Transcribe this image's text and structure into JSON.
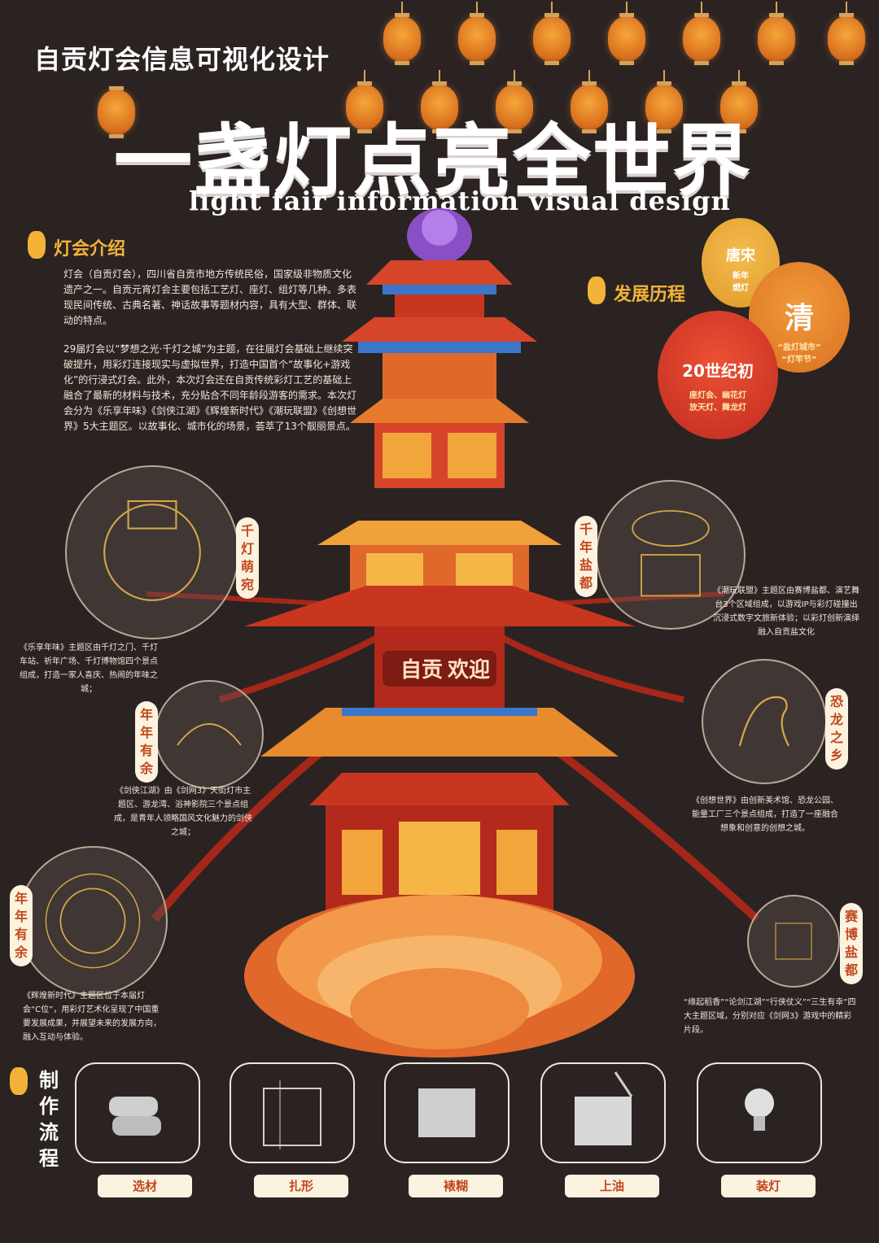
{
  "header": {
    "subtitle": "自贡灯会信息可视化设计",
    "title": "一盏灯点亮全世界",
    "english_title": "light fair information visual design"
  },
  "intro": {
    "section_title": "灯会介绍",
    "paragraph_1": "灯会（自贡灯会），四川省自贡市地方传统民俗，国家级非物质文化遗产之一。自贡元宵灯会主要包括工艺灯、座灯、组灯等几种。多表现民间传统、古典名著、神话故事等题材内容，具有大型、群体、联动的特点。",
    "paragraph_2": "29届灯会以“梦想之光·千灯之城”为主题，在往届灯会基础上继续突破提升，用彩灯连接现实与虚拟世界，打造中国首个“故事化+游戏化”的行浸式灯会。此外，本次灯会还在自贡传统彩灯工艺的基础上融合了最新的材料与技术，充分贴合不同年龄段游客的需求。本次灯会分为《乐享年味》《剑侠江湖》《辉煌新时代》《潮玩联盟》《创想世界》5大主题区。以故事化、城市化的场景，荟萃了13个靓丽景点。"
  },
  "history": {
    "section_title": "发展历程",
    "eras": [
      {
        "era": "唐宋",
        "note": "新年\n燃灯",
        "color": "#e9a93a"
      },
      {
        "era": "清",
        "note": "“盐灯城市”\n“灯竿节”",
        "color": "#e68a2b"
      },
      {
        "era": "20世纪初",
        "note": "座灯会、幽花灯\n放天灯、舞龙灯",
        "color": "#d93a2a"
      }
    ]
  },
  "tower": {
    "sign_left": "自贡",
    "sign_right": "欢迎"
  },
  "zones": [
    {
      "label": [
        "千",
        "灯",
        "萌",
        "宛"
      ],
      "desc": "《乐享年味》主题区由千灯之门、千灯车站、祈年广场、千灯博物馆四个景点组成，打造一家人喜庆、热闹的年味之城；"
    },
    {
      "label": [
        "年",
        "年",
        "有",
        "余"
      ],
      "desc": "《剑侠江湖》由《剑网3》天街灯市主题区、游龙湾、浴神影院三个景点组成，是青年人领略国风文化魅力的剑侠之城；"
    },
    {
      "label": [
        "年",
        "年",
        "有",
        "余"
      ],
      "desc": "《辉煌新时代》主题区位于本届灯会“C位”，用彩灯艺术化呈现了中国重要发展成果，并展望未来的发展方向，融入互动与体验。"
    },
    {
      "label": [
        "千",
        "年",
        "盐",
        "都"
      ],
      "desc": "《潮玩联盟》主题区由赛博盐都、演艺舞台3个区域组成，以游戏IP与彩灯碰撞出沉浸式数字文旅新体验；以彩灯创新演绎融入自贡盐文化"
    },
    {
      "label": [
        "恐",
        "龙",
        "之",
        "乡"
      ],
      "desc": "《创想世界》由创新美术馆、恐龙公园、能量工厂三个景点组成，打造了一座融合想象和创意的创想之城。"
    },
    {
      "label": [
        "赛",
        "博",
        "盐",
        "都"
      ],
      "desc": "“缘起稻香”“论剑江湖”“行侠仗义”“三生有幸”四大主题区域，分别对应《剑网3》游戏中的精彩片段。"
    }
  ],
  "process": {
    "section_title": "制作流程",
    "steps": [
      "选材",
      "扎形",
      "裱糊",
      "上油",
      "装灯"
    ]
  },
  "colors": {
    "background": "#2b2322",
    "accent_gold": "#f2b338",
    "accent_red": "#c2471e",
    "label_bg": "#fbf2df"
  }
}
